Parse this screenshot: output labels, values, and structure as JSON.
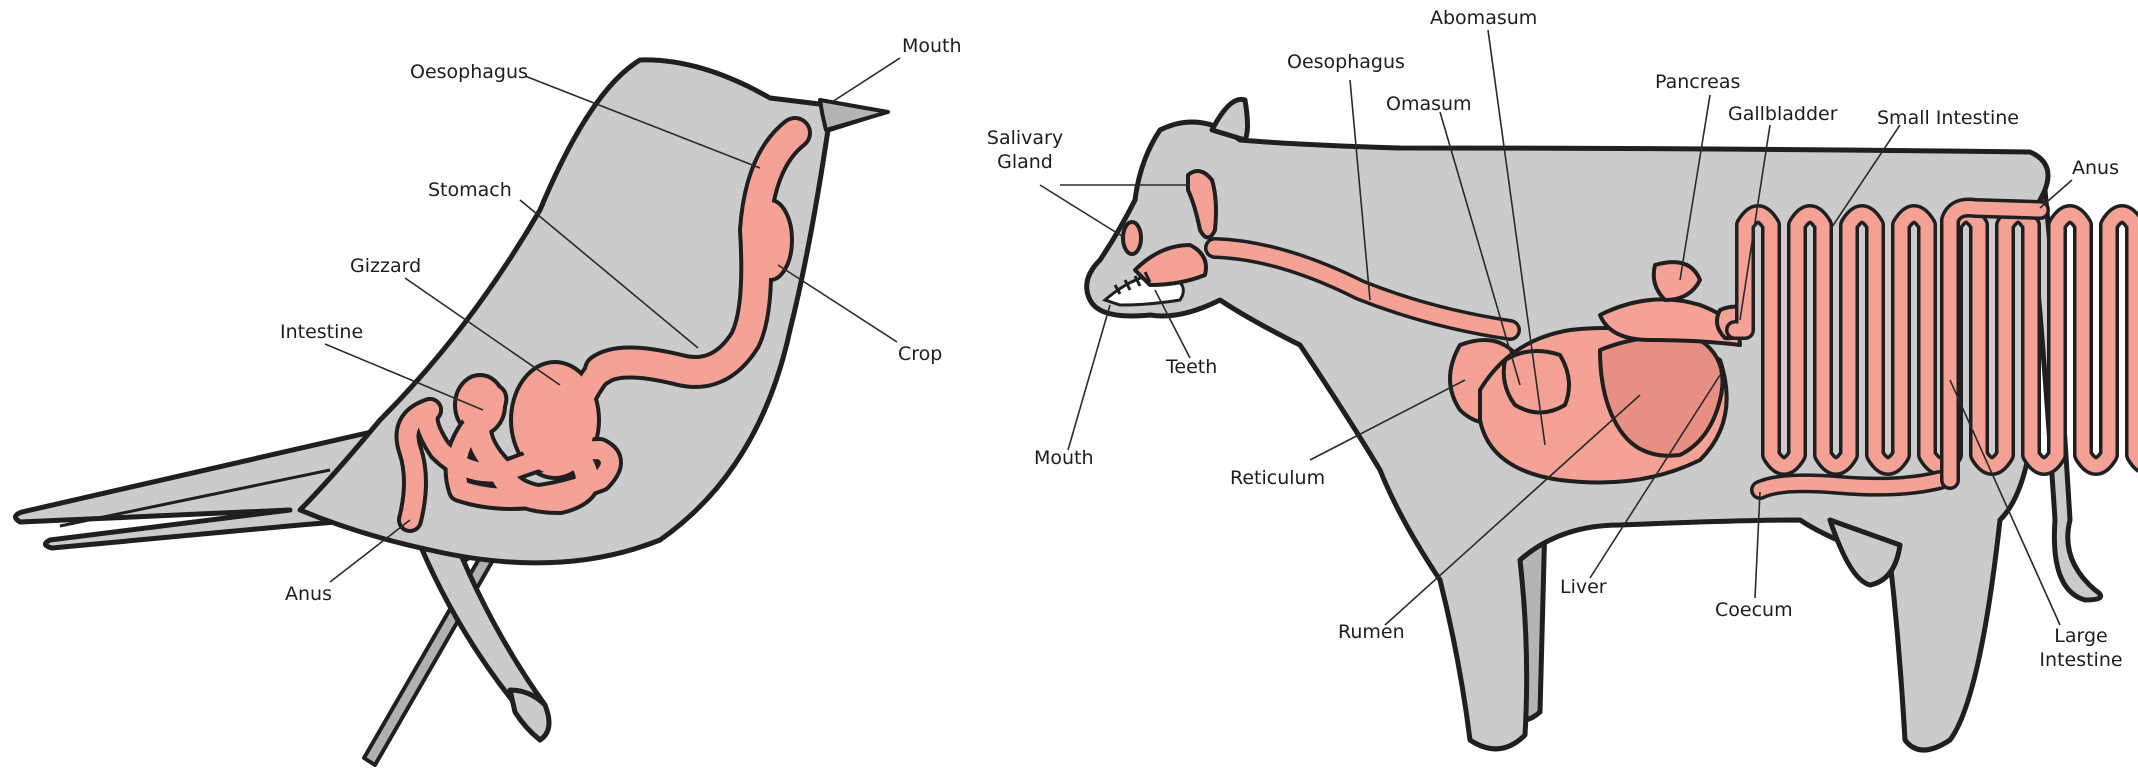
{
  "bird": {
    "labels": {
      "mouth": "Mouth",
      "oesophagus": "Oesophagus",
      "stomach": "Stomach",
      "gizzard": "Gizzard",
      "intestine": "Intestine",
      "crop": "Crop",
      "anus": "Anus"
    }
  },
  "cow": {
    "labels": {
      "abomasum": "Abomasum",
      "oesophagus": "Oesophagus",
      "omasum": "Omasum",
      "pancreas": "Pancreas",
      "gallbladder": "Gallbladder",
      "small_intestine": "Small Intestine",
      "anus": "Anus",
      "salivary_gland_line1": "Salivary",
      "salivary_gland_line2": "Gland",
      "teeth": "Teeth",
      "mouth": "Mouth",
      "reticulum": "Reticulum",
      "rumen": "Rumen",
      "liver": "Liver",
      "coecum": "Coecum",
      "large_intestine_line1": "Large",
      "large_intestine_line2": "Intestine"
    }
  },
  "colors": {
    "body_fill": "#cbcbcb",
    "organ_fill": "#f4a296",
    "outline": "#1f1f1f",
    "background": "#ffffff"
  }
}
